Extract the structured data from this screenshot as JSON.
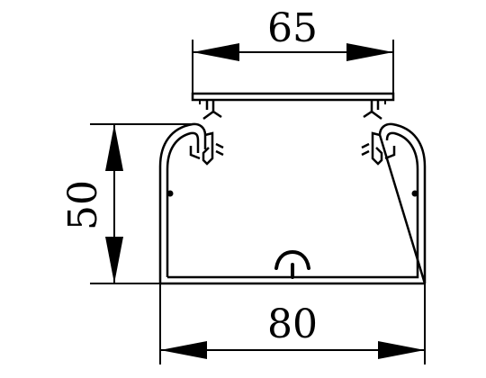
{
  "colors": {
    "line": "#000000",
    "background": "#ffffff"
  },
  "dimensions": {
    "top_width": "65",
    "bottom_width": "80",
    "height": "50"
  }
}
